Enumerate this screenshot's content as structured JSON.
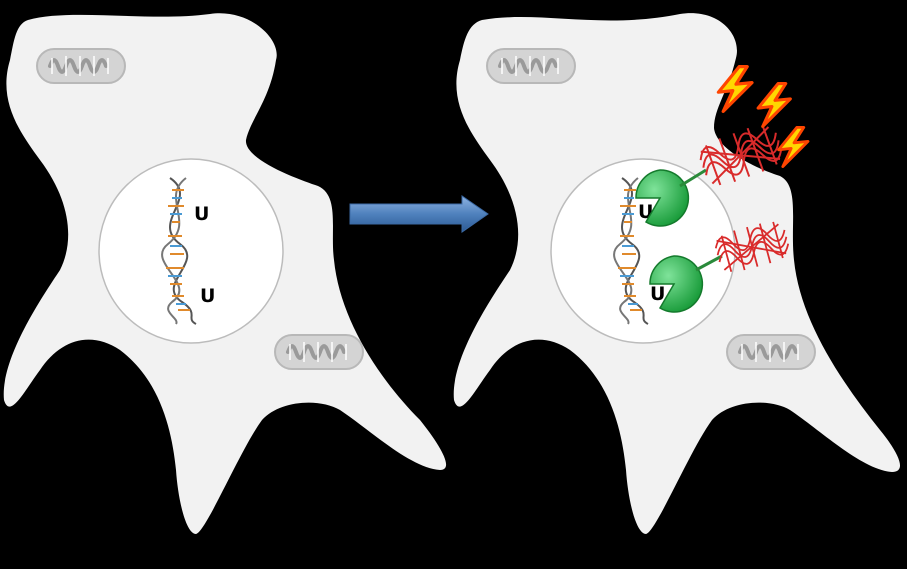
{
  "colors": {
    "background": "#000000",
    "cell_fill": "#f2f2f2",
    "nucleus_fill": "#ffffff",
    "mitochondrion_fill": "#d4d4d4",
    "arrow_fill": "#4f81bd",
    "enzyme_fill": "#2db84d",
    "fluorescent_protein": "#d92b2b",
    "lightning_fill": "#ffd700",
    "lightning_stroke": "#ff4500"
  },
  "panels": {
    "before": {
      "dna_labels": [
        "U",
        "U"
      ]
    },
    "after": {
      "dna_labels": [
        "U",
        "U"
      ]
    }
  },
  "icons": [
    "dna-helix-icon",
    "mitochondrion-icon",
    "arrow-right-icon",
    "enzyme-pacman-icon",
    "fluorescent-protein-icon",
    "lightning-icon"
  ]
}
